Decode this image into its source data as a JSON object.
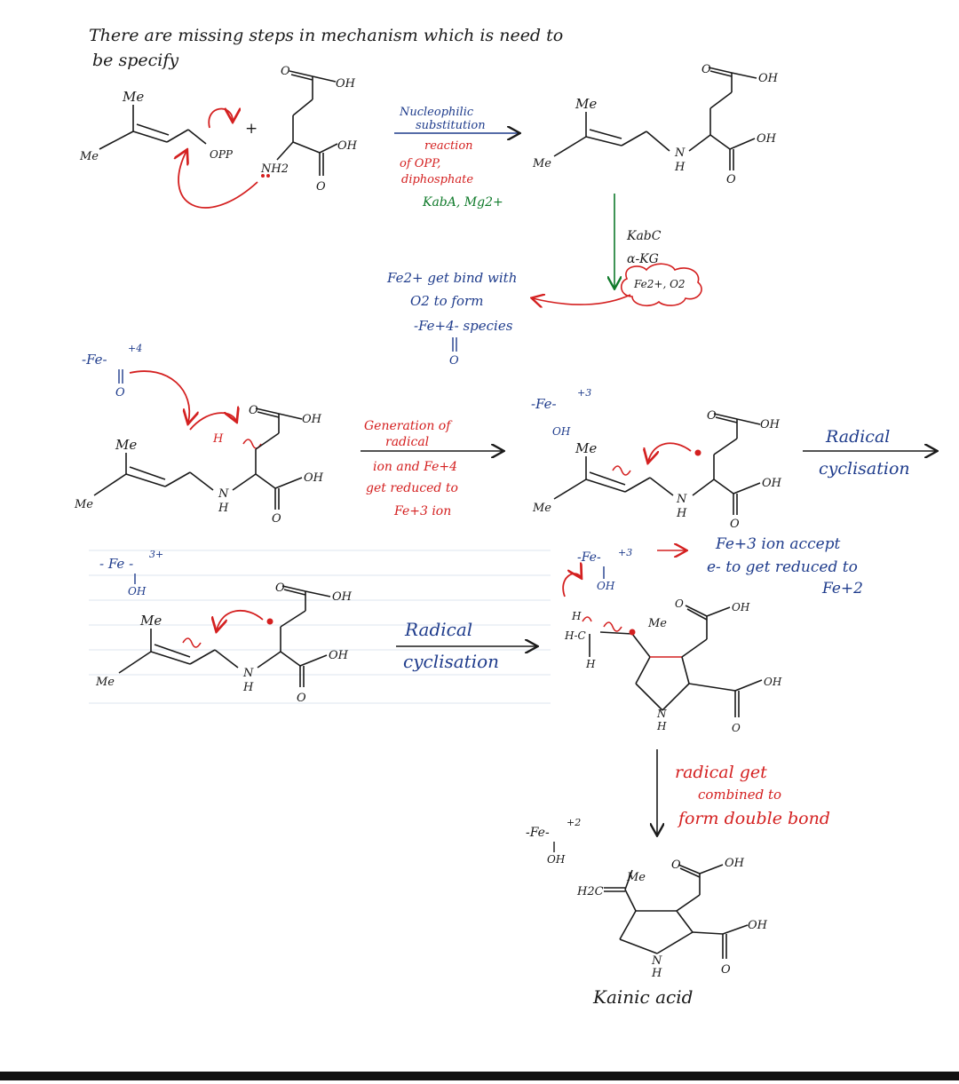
{
  "heading": {
    "line1": "There are missing steps in mechanism which is need to",
    "line2": "be specify"
  },
  "step1": {
    "prenyl": {
      "me": "Me",
      "me2": "Me",
      "opp": "OPP",
      "plus": "+"
    },
    "glutamate": {
      "oh_top": "OH",
      "oh_bottom": "OH",
      "nh2": "NH2",
      "o": "O"
    },
    "arrow_text": [
      "Nucleophilic",
      "substitution",
      "reaction",
      "of OPP,",
      "diphosphate"
    ],
    "enzyme": "KabA, Mg2+",
    "product": {
      "me": "Me",
      "me2": "Me",
      "oh_top": "OH",
      "oh_bottom": "OH",
      "nh": "N",
      "h": "H",
      "o": "O"
    }
  },
  "step2": {
    "reagents": [
      "KabC",
      "α-KG",
      "Fe2+, O2"
    ],
    "note": [
      "Fe2+ get bind with",
      "O2 to form",
      "-Fe+4- species"
    ],
    "oxo": {
      "fe": "Fe",
      "charge": "+4",
      "o": "O"
    }
  },
  "step3": {
    "oxo_left": {
      "fe": "-Fe-",
      "charge": "+4",
      "o": "O"
    },
    "h_label": "H",
    "arrow_text": [
      "Generation of",
      "radical",
      "ion and Fe+4",
      "get reduced to",
      "Fe+3 ion"
    ],
    "fe3_right": {
      "fe": "-Fe-",
      "charge": "+3",
      "oh": "OH"
    },
    "radical_cyclisation": [
      "Radical",
      "cyclisation"
    ]
  },
  "step4": {
    "fe3_left": {
      "fe": "- Fe -",
      "charge": "3+",
      "oh": "OH"
    },
    "arrow_text": [
      "Radical",
      "cyclisation"
    ],
    "fe3_right": {
      "fe": "-Fe-",
      "charge": "+3",
      "oh": "OH"
    },
    "fe_note": [
      "Fe+3 ion accept",
      "e- to get reduced to",
      "Fe+2"
    ],
    "hcc": [
      "H",
      "H-C",
      "H"
    ]
  },
  "step5": {
    "arrow_text": [
      "radical get",
      "combined to",
      "form double bond"
    ],
    "fe2": {
      "fe": "-Fe-",
      "charge": "+2",
      "oh": "OH"
    },
    "h2c": "H2C",
    "product_name": "Kainic acid"
  },
  "colors": {
    "ink": "#1a1a1a",
    "red": "#d42020",
    "blue": "#1f3c8c",
    "green": "#0f7a2a",
    "rule": "#dce6ef"
  }
}
